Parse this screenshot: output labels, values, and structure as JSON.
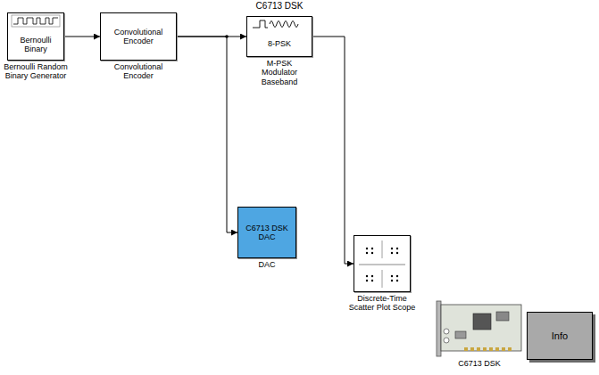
{
  "diagram": {
    "title": "C6713 DSK",
    "nodes": [
      {
        "text": [
          "Bernoulli Binary",
          "Bernoulli Random Binary Generator"
        ]
      },
      {
        "text": [
          "Convolutional Encoder",
          "Convolutional Encoder"
        ]
      },
      {
        "text": [
          "8-PSK",
          "M-PSK Modulator Baseband"
        ]
      },
      {
        "text": [
          "C6713 DSK DAC",
          "DAC"
        ]
      },
      {
        "text": [
          "Discrete-Time Scatter Plot Scope"
        ]
      },
      {
        "text": [
          "C6713 DSK"
        ]
      },
      {
        "text": [
          "Info"
        ]
      }
    ],
    "edges": [
      {
        "from": 0,
        "to": 1,
        "arrow": "to"
      },
      {
        "from": 1,
        "to": 2,
        "arrow": "to"
      },
      {
        "from": 1,
        "to": 3,
        "arrow": "to"
      },
      {
        "from": 2,
        "to": 4,
        "arrow": "to"
      }
    ]
  }
}
